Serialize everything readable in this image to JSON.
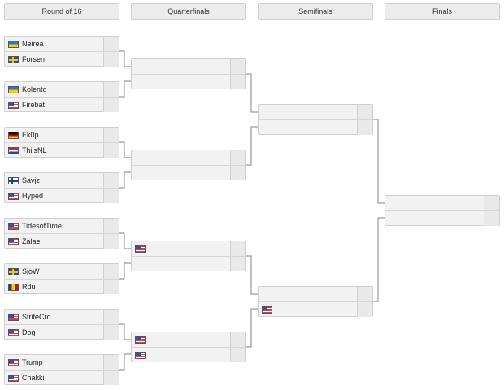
{
  "rounds": [
    {
      "title": "Round of 16",
      "matches": [
        [
          {
            "name": "Neirea",
            "flag": "ua"
          },
          {
            "name": "Forsen",
            "flag": "se"
          }
        ],
        [
          {
            "name": "Kolento",
            "flag": "ua"
          },
          {
            "name": "Firebat",
            "flag": "us"
          }
        ],
        [
          {
            "name": "Ek0p",
            "flag": "de"
          },
          {
            "name": "ThijsNL",
            "flag": "nl"
          }
        ],
        [
          {
            "name": "Savjz",
            "flag": "fi"
          },
          {
            "name": "Hyped",
            "flag": "us"
          }
        ],
        [
          {
            "name": "TidesofTime",
            "flag": "us"
          },
          {
            "name": "Zalae",
            "flag": "us"
          }
        ],
        [
          {
            "name": "SjoW",
            "flag": "se"
          },
          {
            "name": "Rdu",
            "flag": "ro"
          }
        ],
        [
          {
            "name": "StrifeCro",
            "flag": "us"
          },
          {
            "name": "Dog",
            "flag": "us"
          }
        ],
        [
          {
            "name": "Trump",
            "flag": "us"
          },
          {
            "name": "Chakki",
            "flag": "us"
          }
        ]
      ]
    },
    {
      "title": "Quarterfinals",
      "matches": [
        [
          {
            "name": "",
            "flag": ""
          },
          {
            "name": "",
            "flag": ""
          }
        ],
        [
          {
            "name": "",
            "flag": ""
          },
          {
            "name": "",
            "flag": ""
          }
        ],
        [
          {
            "name": "",
            "flag": "us"
          },
          {
            "name": "",
            "flag": ""
          }
        ],
        [
          {
            "name": "",
            "flag": "us"
          },
          {
            "name": "",
            "flag": "us"
          }
        ]
      ]
    },
    {
      "title": "Semifinals",
      "matches": [
        [
          {
            "name": "",
            "flag": ""
          },
          {
            "name": "",
            "flag": ""
          }
        ],
        [
          {
            "name": "",
            "flag": ""
          },
          {
            "name": "",
            "flag": "us"
          }
        ]
      ]
    },
    {
      "title": "Finals",
      "matches": [
        [
          {
            "name": "",
            "flag": ""
          },
          {
            "name": "",
            "flag": ""
          }
        ]
      ]
    }
  ]
}
